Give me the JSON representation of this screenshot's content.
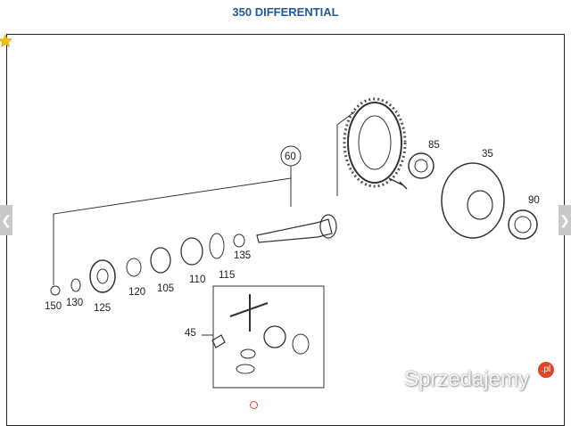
{
  "title": "350 DIFFERENTIAL",
  "icons": {
    "star": "star-icon",
    "prev": "chevron-left-icon",
    "next": "chevron-right-icon"
  },
  "nav": {
    "prev": "❮",
    "next": "❯"
  },
  "diagram": {
    "part_labels": [
      "60",
      "85",
      "35",
      "90",
      "150",
      "130",
      "125",
      "120",
      "105",
      "110",
      "115",
      "135",
      "45"
    ]
  },
  "watermark": {
    "text": "Sprzedajemy",
    "badge": ".pl"
  },
  "colors": {
    "title": "#1f5b9c",
    "watermark_badge": "#e0452a",
    "pager": "#e23a3a"
  }
}
